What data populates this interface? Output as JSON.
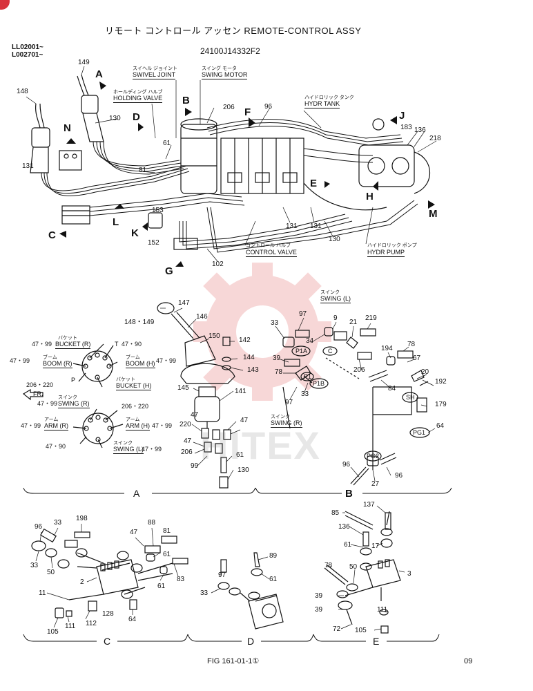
{
  "header": {
    "title": "リモート コントロール アッセン REMOTE-CONTROL ASSY",
    "serial_1": "LL02001~",
    "serial_2": "L002701~",
    "part_number": "24100J14332F2"
  },
  "callouts": {
    "swivel_joint_jp": "スイヘル ジョイント",
    "swivel_joint": "SWIVEL JOINT",
    "swing_motor_jp": "スイング モータ",
    "swing_motor": "SWING MOTOR",
    "holding_valve_jp": "ホールディング ハルブ",
    "holding_valve": "HOLDING VALVE",
    "hydr_tank_jp": "ハイドロリック タンク",
    "hydr_tank": "HYDR TANK",
    "control_valve_jp": "コントロール ハルブ",
    "control_valve": "CONTROL VALVE",
    "hydr_pump_jp": "ハイドロリック ポンプ",
    "hydr_pump": "HYDR PUMP",
    "swing_l_jp": "スインク",
    "swing_l": "SWING (L)",
    "swing_r_jp": "スインク",
    "swing_r": "SWING (R)"
  },
  "view_letters": [
    "A",
    "B",
    "C",
    "D",
    "E",
    "F",
    "G",
    "H",
    "J",
    "K",
    "L",
    "M",
    "N"
  ],
  "top_numbers": [
    "149",
    "148",
    "130",
    "131",
    "61",
    "81",
    "153",
    "152",
    "206",
    "96",
    "183",
    "136",
    "218",
    "131",
    "131",
    "130",
    "102"
  ],
  "port_map": {
    "bucket_r": "BUCKET (R)",
    "boom_r": "BOOM (R)",
    "boom_h": "BOOM (H)",
    "bucket_h": "BUCKET (H)",
    "swing_r": "SWING (R)",
    "arm_r": "ARM (R)",
    "arm_h": "ARM (H)",
    "swing_l": "SWING (L)",
    "bucket_jp": "バケット",
    "boom_jp": "ブーム",
    "swing_jp": "スインク",
    "arm_jp": "アーム",
    "fr": "FR.",
    "n_47_99": "47・99",
    "n_47_90": "47・90",
    "n_206_220": "206・220",
    "p": "P",
    "t": "T"
  },
  "detail_a_numbers": [
    "148・149",
    "147",
    "146",
    "150",
    "142",
    "144",
    "143",
    "145",
    "141",
    "47",
    "220",
    "47",
    "206",
    "47",
    "99",
    "61",
    "130"
  ],
  "detail_b_numbers": [
    "33",
    "97",
    "9",
    "21",
    "219",
    "34",
    "39",
    "78",
    "206",
    "194",
    "78",
    "67",
    "20",
    "84",
    "192",
    "179",
    "97",
    "33",
    "64",
    "96",
    "96",
    "27"
  ],
  "detail_b_ports": [
    "P1A",
    "C",
    "P1",
    "P1B",
    "SH",
    "PG1",
    "PG2"
  ],
  "detail_c_numbers": [
    "96",
    "33",
    "198",
    "88",
    "47",
    "81",
    "33",
    "50",
    "61",
    "83",
    "61",
    "2",
    "11",
    "128",
    "112",
    "111",
    "105",
    "64"
  ],
  "detail_d_numbers": [
    "89",
    "97",
    "61",
    "33"
  ],
  "detail_e_numbers": [
    "137",
    "85",
    "136",
    "61",
    "17",
    "78",
    "50",
    "3",
    "39",
    "39",
    "111",
    "72",
    "105"
  ],
  "section_labels": [
    "A",
    "B",
    "C",
    "D",
    "E"
  ],
  "footer": {
    "fig": "FIG 161-01-1①",
    "page": "09"
  },
  "watermark": "HITEX",
  "colors": {
    "ink": "#111111",
    "watermark_red": "#f2b8b8",
    "badge_red": "#d8323c"
  }
}
